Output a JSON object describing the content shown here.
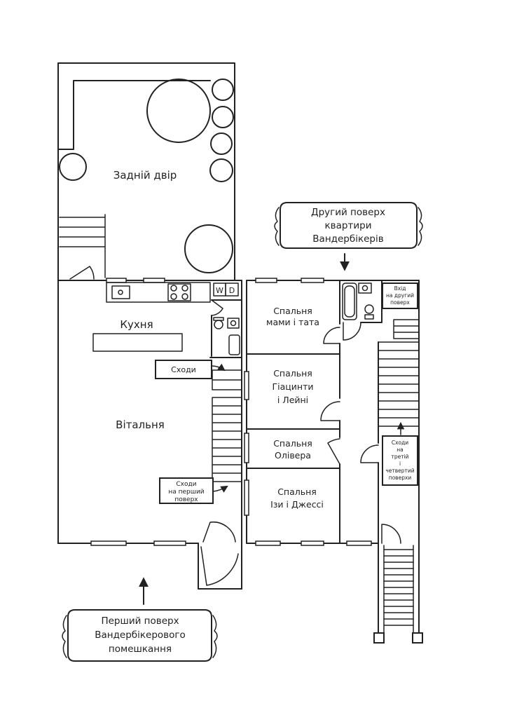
{
  "plan": {
    "backyard": "Задній двір",
    "kitchen": "Кухня",
    "living_room": "Вітальня",
    "stairs_label": "Сходи",
    "stairs_first_floor": [
      "Сходи",
      "на перший",
      "поверх"
    ],
    "washer": "W",
    "dryer": "D",
    "bedroom_parents": [
      "Спальня",
      "мами і тата"
    ],
    "bedroom_hyacinth_laney": [
      "Спальня",
      "Гіацинти",
      "і Лейні"
    ],
    "bedroom_oliver": [
      "Спальня",
      "Олівера"
    ],
    "bedroom_isa_jessie": [
      "Спальня",
      "Ізи і Джессі"
    ],
    "entrance_second_floor": [
      "Вхід",
      "на другий",
      "поверх"
    ],
    "stairs_third_fourth": [
      "Сходи",
      "на",
      "третій",
      "і",
      "четвертий",
      "поверхи"
    ]
  },
  "banners": {
    "second_floor": [
      "Другий поверх",
      "квартири",
      "Вандербікерів"
    ],
    "first_floor": [
      "Перший поверх",
      "Вандербікерового",
      "помешкання"
    ]
  }
}
